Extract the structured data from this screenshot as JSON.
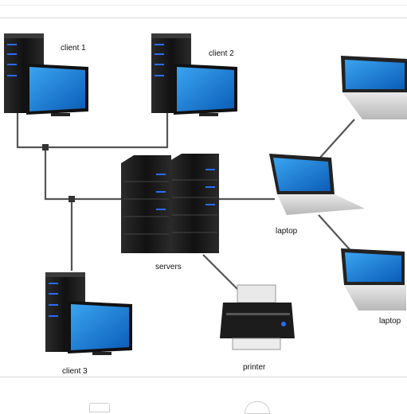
{
  "labels": {
    "client1": "client 1",
    "client2": "client 2",
    "client3": "client 3",
    "servers": "servers",
    "laptop_middle": "laptop",
    "laptop_bottom": "laptop",
    "printer": "printer"
  },
  "colors": {
    "screen": "#1e7fd6",
    "tower": "#1a1a1a",
    "cable": "#555555",
    "led": "#2a6bff"
  }
}
